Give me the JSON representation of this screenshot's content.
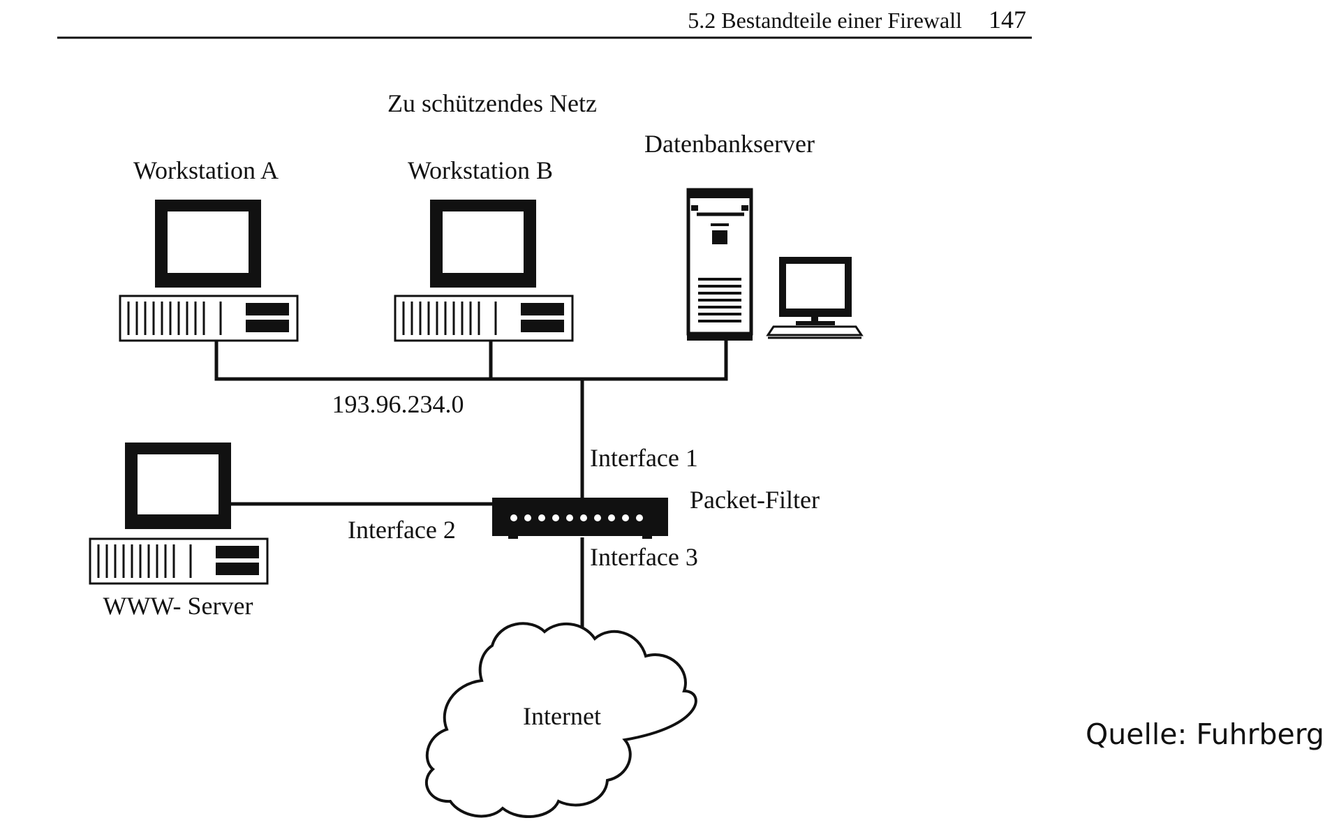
{
  "header": {
    "section_title": "5.2 Bestandteile einer Firewall",
    "page_number": "147"
  },
  "diagram": {
    "network_title": "Zu schützendes Netz",
    "nodes": {
      "workstation_a": "Workstation A",
      "workstation_b": "Workstation B",
      "database_server": "Datenbankserver",
      "www_server": "WWW- Server",
      "packet_filter": "Packet-Filter",
      "internet": "Internet"
    },
    "network_address": "193.96.234.0",
    "interfaces": {
      "if1": "Interface 1",
      "if2": "Interface 2",
      "if3": "Interface 3"
    }
  },
  "footer": {
    "source": "Quelle: Fuhrberg"
  },
  "icons": [
    "desktop-computer-icon",
    "tower-server-icon",
    "monitor-keyboard-icon",
    "packet-filter-device-icon",
    "internet-cloud-icon"
  ]
}
